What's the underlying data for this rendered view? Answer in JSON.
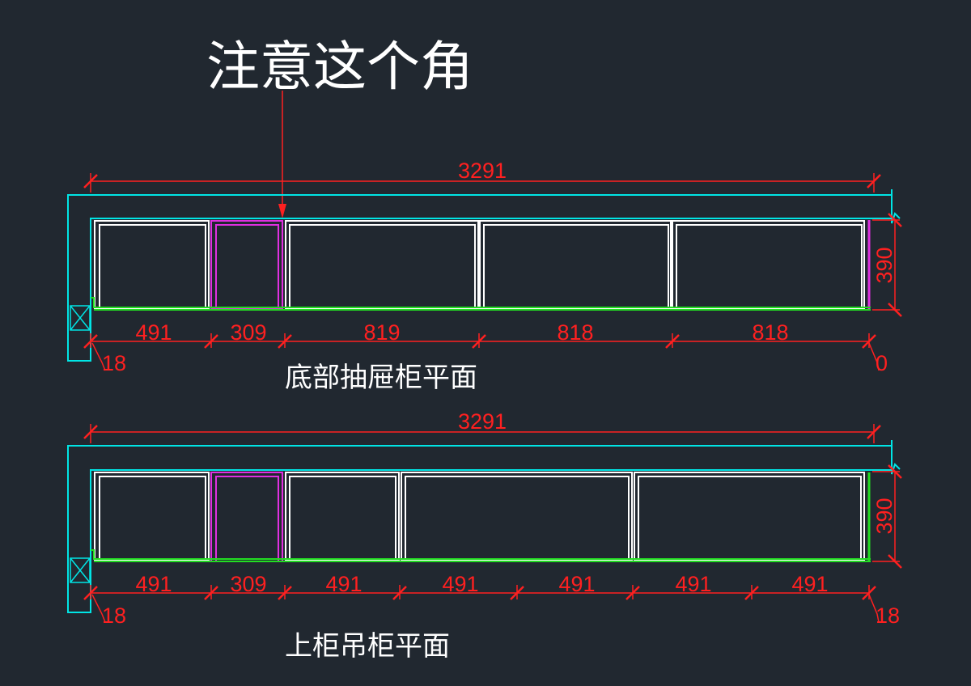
{
  "annotation": {
    "text": "注意这个角"
  },
  "plans": [
    {
      "id": "bottom",
      "title": "底部抽屉柜平面",
      "overall_width": "3291",
      "depth": "390",
      "left_gap": "18",
      "right_gap": "0",
      "segments": [
        "491",
        "309",
        "819",
        "818",
        "818"
      ]
    },
    {
      "id": "upper",
      "title": "上柜吊柜平面",
      "overall_width": "3291",
      "depth": "390",
      "left_gap": "18",
      "right_gap": "18",
      "segments": [
        "491",
        "309",
        "491",
        "491",
        "491",
        "491",
        "491"
      ]
    }
  ],
  "colors": {
    "background": "#212830",
    "wall": "#00e5e5",
    "dimension": "#ff2020",
    "cabinet": "#ffffff",
    "highlight": "#e030e0",
    "front": "#22dd22",
    "label": "#ffffff"
  }
}
